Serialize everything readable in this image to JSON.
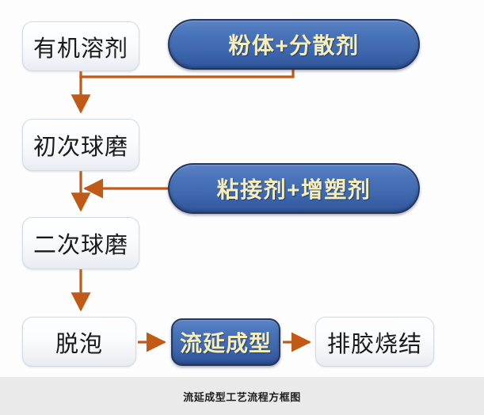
{
  "figure": {
    "caption": "流延成型工艺流程方框图",
    "accent_arrow_color": "#c15a16",
    "pill_fill_color": "#4a74ba",
    "pill_text_color": "#f6efb9",
    "plain_fill_color": "#f3f5f9",
    "caption_bar_color": "#eaeaea"
  },
  "nodes": {
    "solvent": {
      "label": "有机溶剂",
      "style": "plain"
    },
    "powder": {
      "label": "粉体+分散剂",
      "style": "pill"
    },
    "mill1": {
      "label": "初次球磨",
      "style": "plain"
    },
    "binder": {
      "label": "粘接剂+增塑剂",
      "style": "pill"
    },
    "mill2": {
      "label": "二次球磨",
      "style": "plain"
    },
    "degas": {
      "label": "脱泡",
      "style": "plain"
    },
    "casting": {
      "label": "流延成型",
      "style": "pill"
    },
    "sinter": {
      "label": "排胶烧结",
      "style": "plain"
    }
  },
  "edges": [
    {
      "from": "solvent",
      "to": "mill1",
      "kind": "elbow-merge"
    },
    {
      "from": "powder",
      "to": "mill1",
      "kind": "elbow-merge"
    },
    {
      "from": "mill1",
      "to": "mill2",
      "kind": "vertical"
    },
    {
      "from": "binder",
      "to": "mill1-mill2-link",
      "kind": "horizontal-left"
    },
    {
      "from": "mill2",
      "to": "degas",
      "kind": "vertical"
    },
    {
      "from": "degas",
      "to": "casting",
      "kind": "horizontal-right"
    },
    {
      "from": "casting",
      "to": "sinter",
      "kind": "horizontal-right"
    }
  ]
}
